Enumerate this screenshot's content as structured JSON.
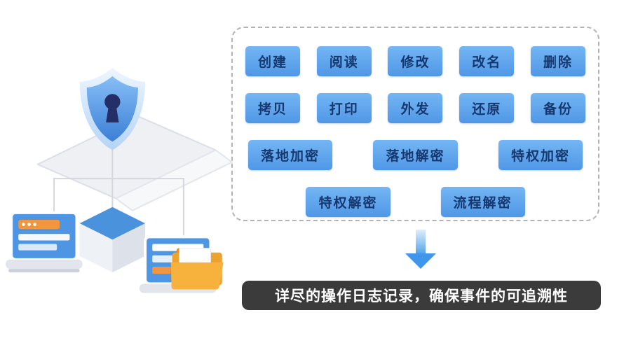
{
  "colors": {
    "button_bg": "#57a1ea",
    "button_text": "#16386e",
    "banner_bg": "#3b3b3b",
    "arrow": "#3f96ea",
    "dashed_border": "#b3b3b3",
    "shield_blue": "#3c7fd6",
    "folder_orange": "#f2a238"
  },
  "features": {
    "row1": [
      "创建",
      "阅读",
      "修改",
      "改名",
      "删除"
    ],
    "row2": [
      "拷贝",
      "打印",
      "外发",
      "还原",
      "备份"
    ],
    "row3": [
      "落地加密",
      "落地解密",
      "特权加密"
    ],
    "row4": [
      "特权解密",
      "流程解密"
    ]
  },
  "banner": {
    "text": "详尽的操作日志记录，确保事件的可追溯性"
  },
  "illustration": {
    "icons": [
      "shield-lock-icon",
      "laptop-back-icon",
      "laptop-left-icon",
      "laptop-right-icon",
      "folder-icon",
      "platform-cube-icon"
    ]
  }
}
